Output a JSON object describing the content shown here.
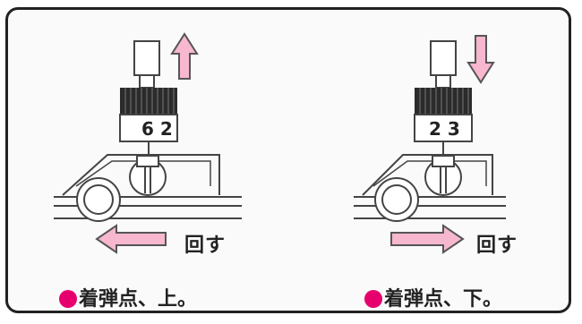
{
  "colors": {
    "accent_dot": "#e6006e",
    "arrow_fill": "#f6b7cf",
    "line": "#444444",
    "knob": "#2b2b2b"
  },
  "left_panel": {
    "dial_numbers": "6 2",
    "vertical_arrow": "up-arrow",
    "horizontal_arrow": "left-arrow",
    "rotate_label": "回す",
    "caption": "着弾点、上。"
  },
  "right_panel": {
    "dial_numbers": "2 3",
    "vertical_arrow": "down-arrow",
    "horizontal_arrow": "right-arrow",
    "rotate_label": "回す",
    "caption": "着弾点、下。"
  }
}
